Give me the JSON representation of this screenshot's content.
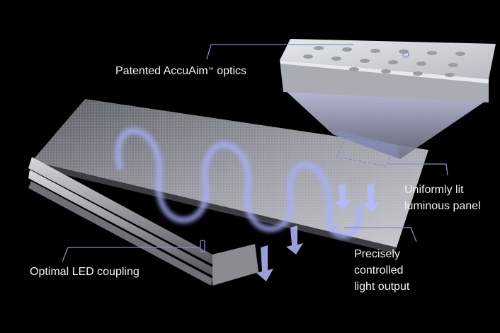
{
  "labels": {
    "optics": {
      "text": "Patented AccuAim",
      "tm": "™",
      "suffix": " optics"
    },
    "panel": {
      "line1": "Uniformly lit",
      "line2": "luminous panel"
    },
    "output": {
      "line1": "Precisely",
      "line2": "controlled",
      "line3": "light output"
    },
    "coupling": {
      "text": "Optimal LED coupling"
    }
  },
  "colors": {
    "background": "#000000",
    "leader": "#7f90cc",
    "glow": "#9aa6ff",
    "text": "#f2f2f2"
  }
}
